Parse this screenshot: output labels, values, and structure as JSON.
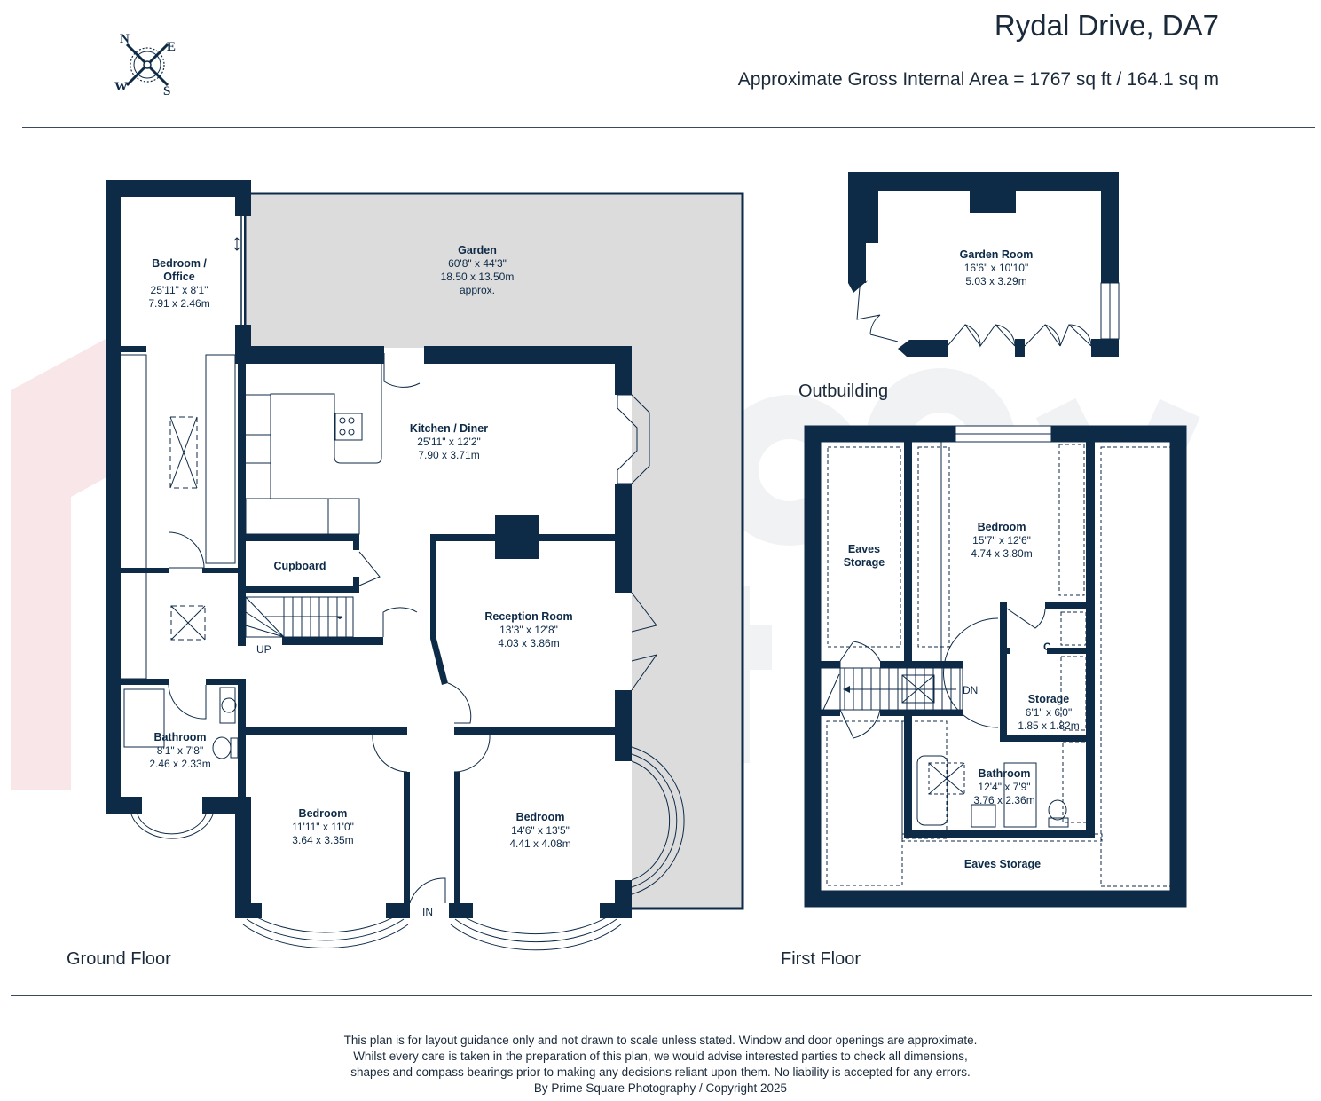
{
  "header": {
    "title": "Rydal Drive, DA7",
    "area": "Approximate Gross Internal Area = 1767 sq ft / 164.1 sq m"
  },
  "compass": {
    "n": "N",
    "e": "E",
    "s": "S",
    "w": "W"
  },
  "watermark": {
    "line1": "anthony",
    "line2": "martin"
  },
  "colors": {
    "wall": "#0d2a47",
    "garden": "#dcdcdc",
    "accent_logo": "#f3d6da"
  },
  "ground_floor": {
    "label": "Ground Floor",
    "rooms": [
      {
        "name": "Garden",
        "imperial": "60'8\" x 44'3\"",
        "metric": "18.50 x 13.50m",
        "note": "approx."
      },
      {
        "name": "Bedroom / Office",
        "imperial": "25'11\" x 8'1\"",
        "metric": "7.91 x 2.46m"
      },
      {
        "name": "Kitchen / Diner",
        "imperial": "25'11\" x 12'2\"",
        "metric": "7.90 x 3.71m"
      },
      {
        "name": "Cupboard"
      },
      {
        "name": "Reception Room",
        "imperial": "13'3\" x 12'8\"",
        "metric": "4.03 x 3.86m"
      },
      {
        "name": "Bathroom",
        "imperial": "8'1\" x 7'8\"",
        "metric": "2.46 x 2.33m"
      },
      {
        "name": "Bedroom",
        "imperial": "11'11\" x 11'0\"",
        "metric": "3.64 x 3.35m"
      },
      {
        "name": "Bedroom",
        "imperial": "14'6\" x 13'5\"",
        "metric": "4.41 x 4.08m"
      }
    ],
    "marks": {
      "up": "UP",
      "in": "IN"
    }
  },
  "outbuilding": {
    "label": "Outbuilding",
    "rooms": [
      {
        "name": "Garden Room",
        "imperial": "16'6\" x 10'10\"",
        "metric": "5.03 x 3.29m"
      }
    ]
  },
  "first_floor": {
    "label": "First Floor",
    "rooms": [
      {
        "name": "Eaves Storage"
      },
      {
        "name": "Bedroom",
        "imperial": "15'7\" x 12'6\"",
        "metric": "4.74 x 3.80m"
      },
      {
        "name": "Storage",
        "imperial": "6'1\" x 6'0\"",
        "metric": "1.85 x 1.82m"
      },
      {
        "name": "Bathroom",
        "imperial": "12'4\" x 7'9\"",
        "metric": "3.76 x 2.36m"
      },
      {
        "name": "Eaves Storage"
      }
    ],
    "marks": {
      "dn": "DN",
      "c": "C"
    }
  },
  "disclaimer": {
    "line1": "This plan is for layout guidance only and not drawn to scale unless stated. Window and door openings are approximate.",
    "line2": "Whilst every care is taken in the preparation of this plan, we would advise interested parties to check all dimensions,",
    "line3": "shapes and compass bearings prior to making any decisions reliant upon them. No liability is accepted for any errors.",
    "line4": "By Prime Square Photography / Copyright 2025"
  }
}
